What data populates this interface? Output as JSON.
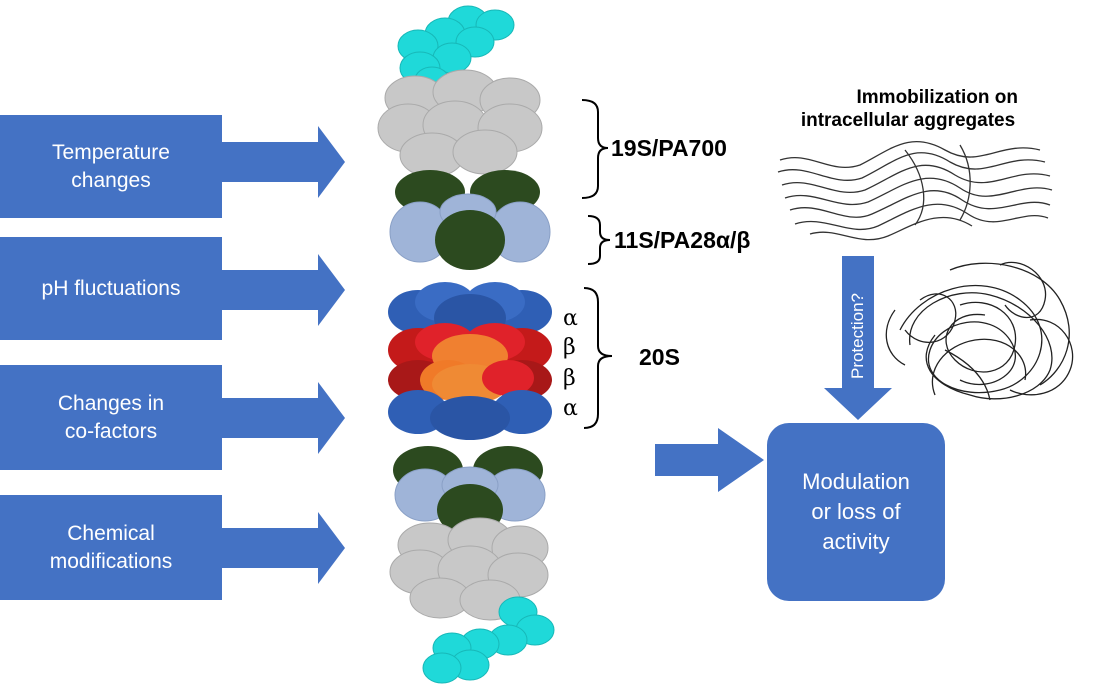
{
  "factors": [
    {
      "line1": "Temperature",
      "line2": "changes"
    },
    {
      "line1": "pH fluctuations",
      "line2": ""
    },
    {
      "line1": "Changes in",
      "line2": "co-factors"
    },
    {
      "line1": "Chemical",
      "line2": "modifications"
    }
  ],
  "complex": {
    "label_19s": "19S/PA700",
    "label_11s": "11S/PA28α/β",
    "label_20s": "20S",
    "rings": [
      "α",
      "β",
      "β",
      "α"
    ]
  },
  "aggregates": {
    "title_line1": "Immobilization on",
    "title_line2": "intracellular aggregates",
    "protection_label": "Protection?"
  },
  "outcome": {
    "line1": "Modulation",
    "line2": "or loss of",
    "line3": "activity"
  },
  "colors": {
    "box": "#4472c4",
    "ubiquitin": "#1fd9d9",
    "regulatory_19s": "#c8c8c8",
    "atpase_dark_green": "#2c4a1f",
    "pa28_light_blue": "#9fb4d8",
    "alpha_ring": "#2f5fb5",
    "beta_outer": "#c41a1a",
    "beta_inner": "#f08030"
  }
}
